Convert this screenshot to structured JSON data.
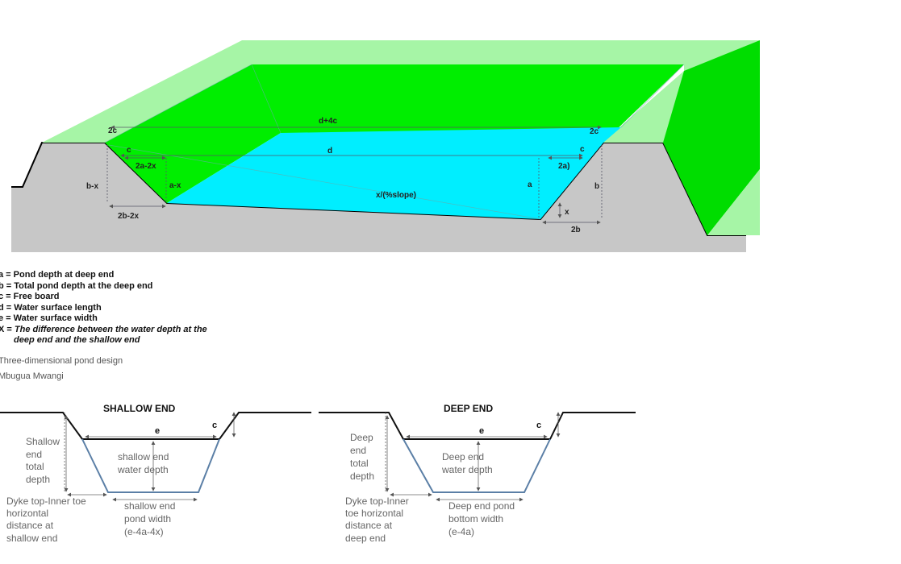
{
  "top_diagram": {
    "dims": {
      "d_plus_4c": "d+4c",
      "d": "d",
      "two_c_left": "2c",
      "two_c_right": "2c",
      "c_left": "c",
      "c_right": "c",
      "two_a_minus_2x": "2a-2x",
      "b_minus_x": "b-x",
      "a_minus_x": "a-x",
      "slope": "x/(%slope)",
      "a": "a",
      "two_a": "2a)",
      "b": "b",
      "x": "x",
      "two_b_minus_2x": "2b-2x",
      "two_b": "2b"
    },
    "colors": {
      "dyke": "#00ee00",
      "dyke_light": "#a6f5a6",
      "water": "#00eeff",
      "earth": "#c8c8c8"
    }
  },
  "legend": [
    {
      "key": "a",
      "text": "Pond depth at deep end"
    },
    {
      "key": "b",
      "text": "Total pond depth at the deep end"
    },
    {
      "key": "c",
      "text": "Free board"
    },
    {
      "key": "d",
      "text": "Water surface length"
    },
    {
      "key": "e",
      "text": "Water surface width"
    },
    {
      "key": "X",
      "text": "The difference between the water depth at the",
      "cont": "deep end and the shallow end"
    }
  ],
  "caption": "Three-dimensional pond design",
  "credit": "Mbugua Mwangi",
  "shallow_section": {
    "title": "SHALLOW END",
    "e": "e",
    "c": "c",
    "depth_label": [
      "Shallow",
      "end",
      "total",
      "depth"
    ],
    "water_label": [
      "shallow end",
      "water depth"
    ],
    "dyke_label": [
      "Dyke top-Inner toe",
      "horizontal",
      "distance at",
      "shallow end"
    ],
    "width_label": [
      "shallow end",
      "pond width",
      "(e-4a-4x)"
    ]
  },
  "deep_section": {
    "title": "DEEP END",
    "e": "e",
    "c": "c",
    "depth_label": [
      "Deep",
      "end",
      "total",
      "depth"
    ],
    "water_label": [
      "Deep end",
      "water depth"
    ],
    "dyke_label": [
      "Dyke top-Inner",
      "toe horizontal",
      "distance at",
      "deep end"
    ],
    "width_label": [
      "Deep end pond",
      "bottom width",
      "(e-4a)"
    ]
  }
}
